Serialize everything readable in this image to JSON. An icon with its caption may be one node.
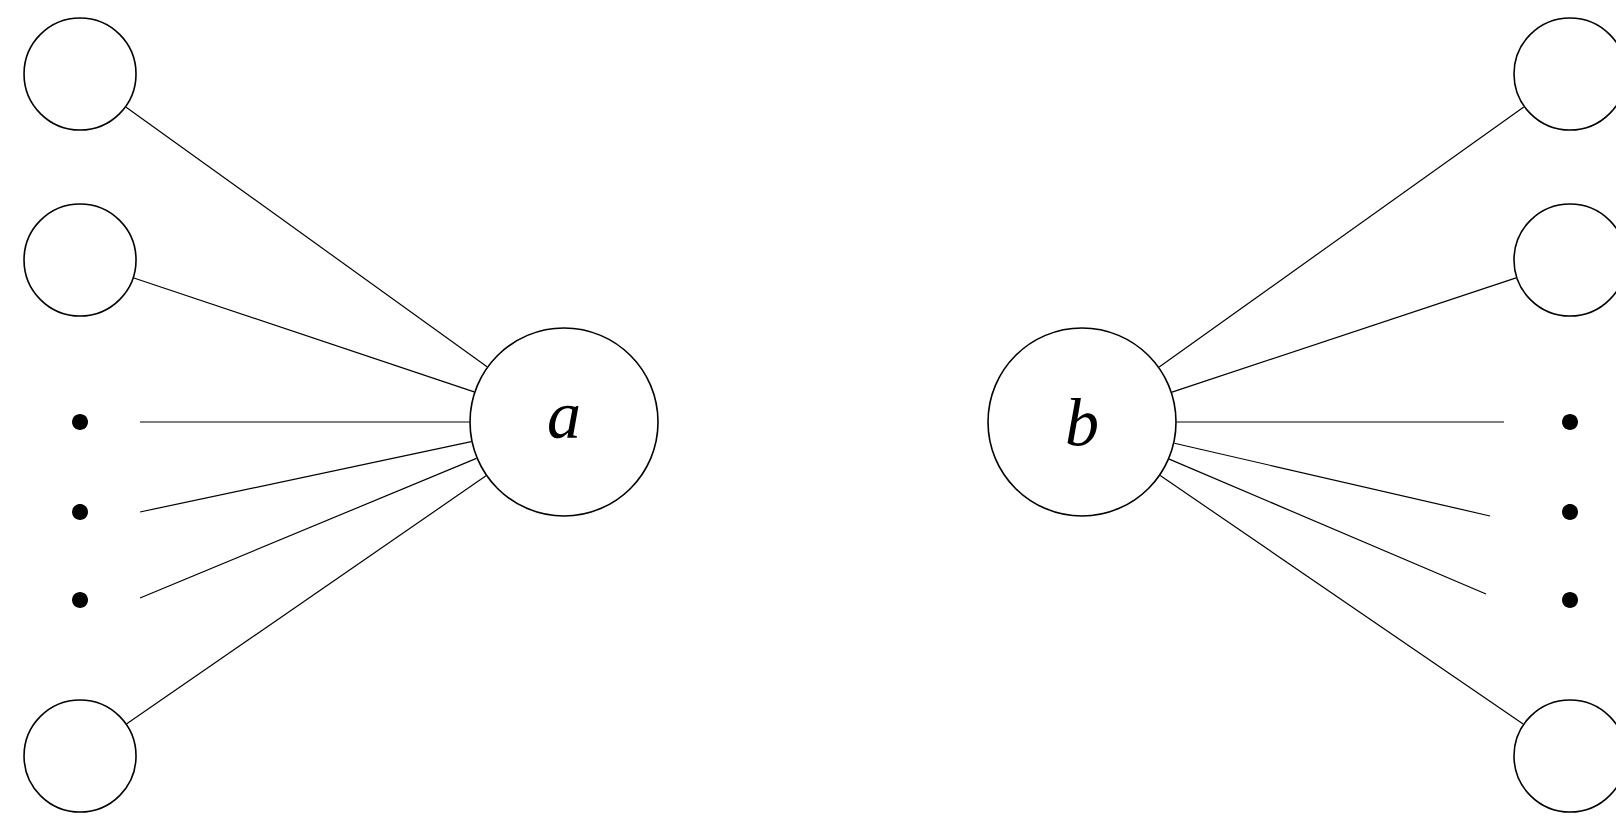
{
  "diagram": {
    "nodes": [
      {
        "text": [],
        "shape": "circle"
      },
      {
        "text": [],
        "shape": "circle"
      },
      {
        "text": [],
        "shape": "circle"
      },
      {
        "text": [
          "a"
        ]
      },
      {
        "text": [
          "b"
        ]
      },
      {
        "text": [],
        "shape": "circle"
      },
      {
        "text": [],
        "shape": "circle"
      },
      {
        "text": [],
        "shape": "circle"
      }
    ],
    "edges": [
      {
        "from": 0,
        "to": 3,
        "arrow": "none"
      },
      {
        "from": 1,
        "to": 3,
        "arrow": "none"
      },
      {
        "from": null,
        "to": 3,
        "arrow": "none"
      },
      {
        "from": null,
        "to": 3,
        "arrow": "none"
      },
      {
        "from": null,
        "to": 3,
        "arrow": "none"
      },
      {
        "from": 2,
        "to": 3,
        "arrow": "none"
      },
      {
        "from": 4,
        "to": 5,
        "arrow": "none"
      },
      {
        "from": 4,
        "to": 6,
        "arrow": "none"
      },
      {
        "from": 4,
        "to": null,
        "arrow": "none"
      },
      {
        "from": 4,
        "to": null,
        "arrow": "none"
      },
      {
        "from": 4,
        "to": null,
        "arrow": "none"
      },
      {
        "from": 4,
        "to": 7,
        "arrow": "none"
      }
    ]
  }
}
